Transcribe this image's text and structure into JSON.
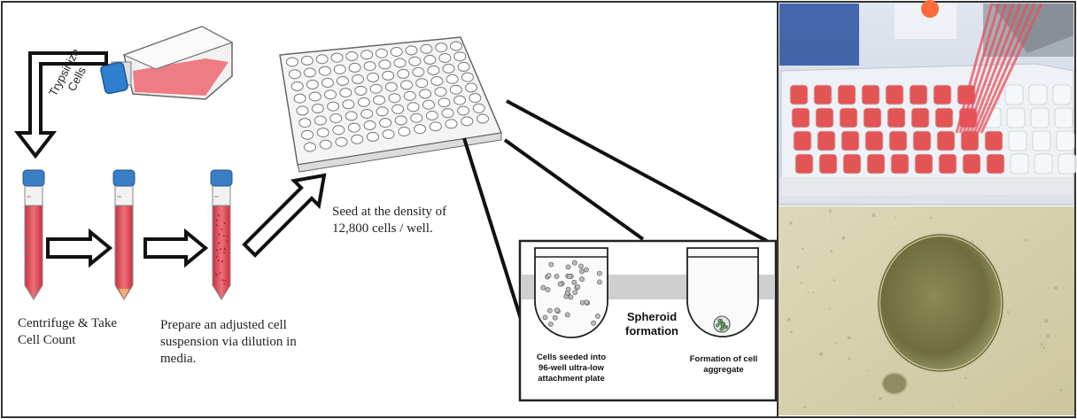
{
  "labels": {
    "trypsinize": "Trypsinize\nCells",
    "centrifuge": "Centrifuge & Take\nCell Count",
    "prepare": "Prepare an adjusted cell\nsuspension via dilution in\nmedia.",
    "seed": "Seed at the density of\n12,800 cells / well."
  },
  "inset": {
    "spheroid": "Spheroid\nformation",
    "seeded": "Cells seeded into\n96-well ultra-low\nattachment plate",
    "aggregate": "Formation of cell\naggregate"
  },
  "colors": {
    "media_pink": "#e8606a",
    "tube_cap_blue": "#3a7fc4",
    "border": "#333333"
  }
}
